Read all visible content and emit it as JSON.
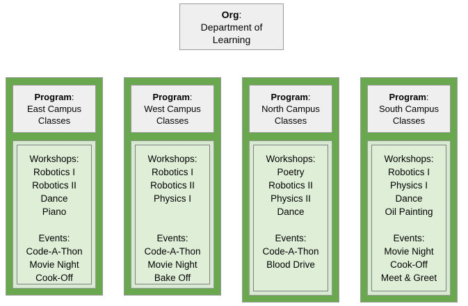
{
  "root": {
    "label": "Org",
    "colon": ":",
    "name_lines": [
      "Department of",
      "Learning"
    ]
  },
  "programs": [
    {
      "label": "Program",
      "colon": ":",
      "name_lines": [
        "East Campus",
        "Classes"
      ],
      "groups": [
        {
          "title": "Workshops:",
          "items": [
            "Robotics I",
            "Robotics II",
            "Dance",
            "Piano"
          ]
        },
        {
          "title": "Events:",
          "items": [
            "Code-A-Thon",
            "Movie Night",
            "Cook-Off"
          ]
        }
      ]
    },
    {
      "label": "Program",
      "colon": ":",
      "name_lines": [
        "West Campus",
        "Classes"
      ],
      "groups": [
        {
          "title": "Workshops:",
          "items": [
            "Robotics I",
            "Robotics II",
            "Physics I"
          ]
        },
        {
          "title": "Events:",
          "items": [
            "Code-A-Thon",
            "Movie Night",
            "Bake Off"
          ]
        }
      ]
    },
    {
      "label": "Program",
      "colon": ":",
      "name_lines": [
        "North Campus",
        "Classes"
      ],
      "groups": [
        {
          "title": "Workshops:",
          "items": [
            "Poetry",
            "Robotics II",
            "Physics II",
            "Dance"
          ]
        },
        {
          "title": "Events:",
          "items": [
            "Code-A-Thon",
            "Blood Drive"
          ]
        }
      ]
    },
    {
      "label": "Program",
      "colon": ":",
      "name_lines": [
        "South Campus",
        "Classes"
      ],
      "groups": [
        {
          "title": "Workshops:",
          "items": [
            "Robotics I",
            "Physics I",
            "Dance",
            "Oil Painting"
          ]
        },
        {
          "title": "Events:",
          "items": [
            "Movie Night",
            "Cook-Off",
            "Meet & Greet"
          ]
        }
      ]
    }
  ],
  "colors": {
    "program_green": "#6aa84f",
    "detail_panel_green": "#d9ead3",
    "header_gray": "#efefef",
    "border_gray": "#9a9a9a"
  }
}
